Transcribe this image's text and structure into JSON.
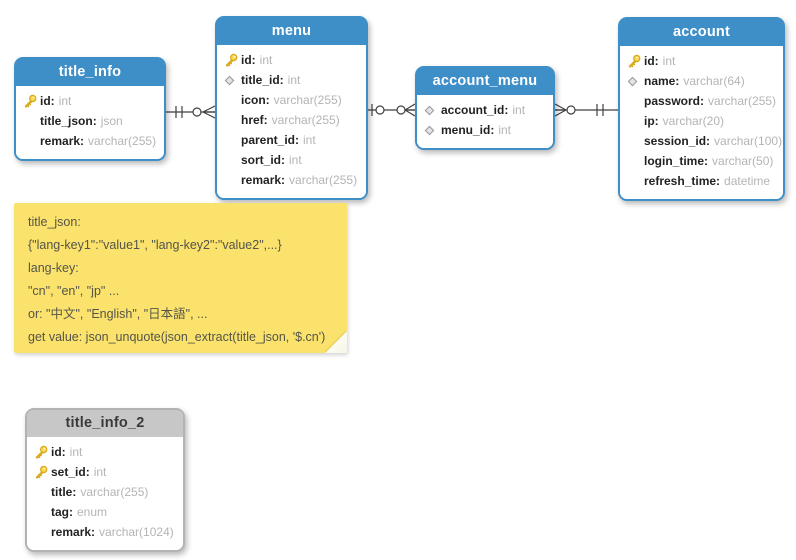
{
  "colors": {
    "table_header_blue": "#3E8EC8",
    "table_header_gray": "#C7C7C7",
    "note_yellow": "#FAE26C",
    "relationship_line": "#404040",
    "column_type_text": "#B4B4B4"
  },
  "tables": [
    {
      "name": "title_info",
      "header_style": "blue",
      "columns": [
        {
          "icon": "primary-key",
          "name": "id",
          "type": "int"
        },
        {
          "icon": "none",
          "name": "title_json",
          "type": "json"
        },
        {
          "icon": "none",
          "name": "remark",
          "type": "varchar(255)"
        }
      ]
    },
    {
      "name": "menu",
      "header_style": "blue",
      "columns": [
        {
          "icon": "primary-key",
          "name": "id",
          "type": "int"
        },
        {
          "icon": "foreign-key",
          "name": "title_id",
          "type": "int"
        },
        {
          "icon": "none",
          "name": "icon",
          "type": "varchar(255)"
        },
        {
          "icon": "none",
          "name": "href",
          "type": "varchar(255)"
        },
        {
          "icon": "none",
          "name": "parent_id",
          "type": "int"
        },
        {
          "icon": "none",
          "name": "sort_id",
          "type": "int"
        },
        {
          "icon": "none",
          "name": "remark",
          "type": "varchar(255)"
        }
      ]
    },
    {
      "name": "account_menu",
      "header_style": "blue",
      "columns": [
        {
          "icon": "foreign-key",
          "name": "account_id",
          "type": "int"
        },
        {
          "icon": "foreign-key",
          "name": "menu_id",
          "type": "int"
        }
      ]
    },
    {
      "name": "account",
      "header_style": "blue",
      "columns": [
        {
          "icon": "primary-key",
          "name": "id",
          "type": "int"
        },
        {
          "icon": "foreign-key",
          "name": "name",
          "type": "varchar(64)"
        },
        {
          "icon": "none",
          "name": "password",
          "type": "varchar(255)"
        },
        {
          "icon": "none",
          "name": "ip",
          "type": "varchar(20)"
        },
        {
          "icon": "none",
          "name": "session_id",
          "type": "varchar(100)"
        },
        {
          "icon": "none",
          "name": "login_time",
          "type": "varchar(50)"
        },
        {
          "icon": "none",
          "name": "refresh_time",
          "type": "datetime"
        }
      ]
    },
    {
      "name": "title_info_2",
      "header_style": "gray",
      "columns": [
        {
          "icon": "primary-key",
          "name": "id",
          "type": "int"
        },
        {
          "icon": "primary-key",
          "name": "set_id",
          "type": "int"
        },
        {
          "icon": "none",
          "name": "title",
          "type": "varchar(255)"
        },
        {
          "icon": "none",
          "name": "tag",
          "type": "enum"
        },
        {
          "icon": "none",
          "name": "remark",
          "type": "varchar(1024)"
        }
      ]
    }
  ],
  "note": {
    "lines": [
      "title_json:",
      "{\"lang-key1\":\"value1\", \"lang-key2\":\"value2\",...}",
      "lang-key:",
      "\"cn\", \"en\", \"jp\" ...",
      "or: \"中文\", \"English\", \"日本語\", ...",
      "get value: json_unquote(json_extract(title_json, '$.cn')"
    ]
  },
  "relationships": [
    {
      "from": "title_info",
      "to": "menu",
      "from_end": "one-and-only-one",
      "to_end": "zero-or-many"
    },
    {
      "from": "menu",
      "to": "account_menu",
      "from_end": "zero-or-one",
      "to_end": "zero-or-many"
    },
    {
      "from": "account_menu",
      "to": "account",
      "from_end": "zero-or-many",
      "to_end": "one-and-only-one"
    }
  ]
}
